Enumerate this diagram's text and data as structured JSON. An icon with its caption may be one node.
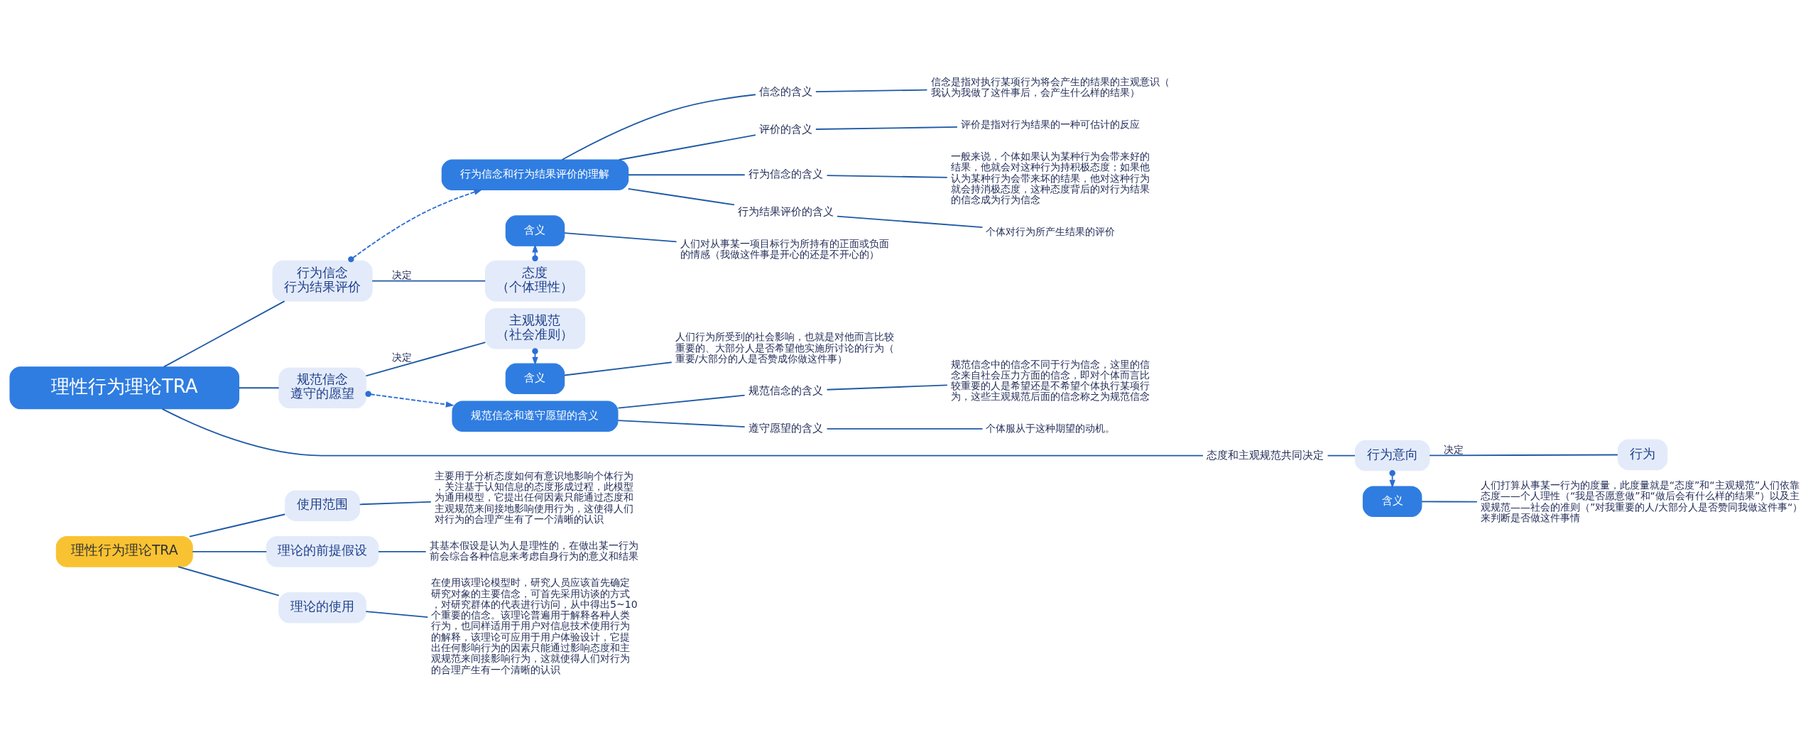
{
  "diagram": {
    "nodes": [
      {
        "text": [
          "理性行为理论TRA"
        ]
      },
      {
        "text": [
          "使用范围"
        ]
      },
      {
        "text": [
          "主要用于分析态度如何有意识地影响个体行为，关注基于认知信息的态度形成过程，此模型为通用模型，它提出任何因素只能通过态度和主观规范来间接地影响使用行为，这使得人们对行为的合理产生有了一个清晰的认识"
        ]
      },
      {
        "text": [
          "理论的前提假设"
        ]
      },
      {
        "text": [
          "其基本假设是认为人是理性的，在做出某一行为前会综合各种信息来考虑自身行为的意义和结果"
        ]
      },
      {
        "text": [
          "理论的使用"
        ]
      },
      {
        "text": [
          "在使用该理论模型时，研究人员应该首先确定研究对象的主要信念，可首先采用访谈的方式，对研究群体的代表进行访问，从中得出5~10个重要的信念。该理论普遍用于解释各种人类行为，也同样适用于用户对信息技术使用行为的解释，该理论可应用于用户体验设计，它提出任何影响行为的因素只能通过影响态度和主观规范来间接影响行为，这就使得人们对行为的合理产生有一个清晰的认识"
        ]
      },
      {
        "text": [
          "理性行为理论TRA"
        ]
      },
      {
        "text": [
          "行为信念行为结果评价"
        ]
      },
      {
        "text": [
          "规范信念遵守的愿望"
        ]
      },
      {
        "text": [
          "态度（个体理性）"
        ]
      },
      {
        "text": [
          "含义"
        ]
      },
      {
        "text": [
          "人们对从事某一项目标行为所持有的正面或负面的情感（我做这件事是开心的还是不开心的）"
        ]
      },
      {
        "text": [
          "主观规范（社会准则）"
        ]
      },
      {
        "text": [
          "含义"
        ]
      },
      {
        "text": [
          "人们行为所受到的社会影响，也就是对他而言比较重要的、大部分人是否希望他实施所讨论的行为（重要/大部分的人是否赞成你做这件事）"
        ]
      },
      {
        "text": [
          "行为信念和行为结果评价的理解"
        ]
      },
      {
        "text": [
          "信念的含义"
        ]
      },
      {
        "text": [
          "信念是指对执行某项行为将会产生的结果的主观意识（我认为我做了这件事后，会产生什么样的结果）"
        ]
      },
      {
        "text": [
          "评价的含义"
        ]
      },
      {
        "text": [
          "评价是指对行为结果的一种可估计的反应"
        ]
      },
      {
        "text": [
          "行为信念的含义"
        ]
      },
      {
        "text": [
          "一般来说，个体如果认为某种行为会带来好的结果，他就会对这种行为持积极态度；如果他认为某种行为会带来坏的结果，他对这种行为就会持消极态度，这种态度背后的对行为结果的信念成为行为信念"
        ]
      },
      {
        "text": [
          "行为结果评价的含义"
        ]
      },
      {
        "text": [
          "个体对行为所产生结果的评价"
        ]
      },
      {
        "text": [
          "规范信念和遵守愿望的含义"
        ]
      },
      {
        "text": [
          "规范信念的含义"
        ]
      },
      {
        "text": [
          "规范信念中的信念不同于行为信念，这里的信念来自社会压力方面的信念，即对个体而言比较重要的人是希望还是不希望个体执行某项行为，这些主观规范后面的信念称之为规范信念"
        ]
      },
      {
        "text": [
          "遵守愿望的含义"
        ]
      },
      {
        "text": [
          "个体服从于这种期望的动机。"
        ]
      },
      {
        "text": [
          "态度和主观规范共同决定"
        ]
      },
      {
        "text": [
          "行为意向"
        ]
      },
      {
        "text": [
          "含义"
        ]
      },
      {
        "text": [
          "人们打算从事某一行为的度量，此度量就是“态度”和“主观规范”人们依靠态度——个人理性（“我是否愿意做”和“做后会有什么样的结果”）以及主观规范——社会的准则（”对我重要的人/大部分人是否赞同我做这件事“）来判断是否做这件事情"
        ]
      },
      {
        "text": [
          "行为"
        ]
      }
    ],
    "edges": [
      {
        "from": 0,
        "to": 1,
        "arrow": "none"
      },
      {
        "from": 0,
        "to": 3,
        "arrow": "none"
      },
      {
        "from": 0,
        "to": 5,
        "arrow": "none"
      },
      {
        "from": 1,
        "to": 2,
        "arrow": "none"
      },
      {
        "from": 3,
        "to": 4,
        "arrow": "none"
      },
      {
        "from": 5,
        "to": 6,
        "arrow": "none"
      },
      {
        "from": 7,
        "to": 8,
        "arrow": "none"
      },
      {
        "from": 7,
        "to": 9,
        "arrow": "none"
      },
      {
        "from": 8,
        "to": 16,
        "arrow": "to",
        "style": "dashed",
        "color": "#2b6fd6"
      },
      {
        "from": 8,
        "to": 10,
        "arrow": "none",
        "label": "决定"
      },
      {
        "from": 10,
        "to": 11,
        "arrow": "to",
        "style": "dashed",
        "color": "#2b6fd6"
      },
      {
        "from": 11,
        "to": 12,
        "arrow": "none"
      },
      {
        "from": 9,
        "to": 13,
        "arrow": "none",
        "label": "决定"
      },
      {
        "from": 13,
        "to": 14,
        "arrow": "to",
        "style": "dashed",
        "color": "#2b6fd6"
      },
      {
        "from": 14,
        "to": 15,
        "arrow": "none"
      },
      {
        "from": 9,
        "to": 25,
        "arrow": "to",
        "style": "dashed",
        "color": "#2b6fd6"
      },
      {
        "from": 16,
        "to": 17,
        "arrow": "none"
      },
      {
        "from": 16,
        "to": 19,
        "arrow": "none"
      },
      {
        "from": 16,
        "to": 21,
        "arrow": "none"
      },
      {
        "from": 16,
        "to": 23,
        "arrow": "none"
      },
      {
        "from": 17,
        "to": 18,
        "arrow": "none"
      },
      {
        "from": 19,
        "to": 20,
        "arrow": "none"
      },
      {
        "from": 21,
        "to": 22,
        "arrow": "none"
      },
      {
        "from": 23,
        "to": 24,
        "arrow": "none"
      },
      {
        "from": 25,
        "to": 26,
        "arrow": "none"
      },
      {
        "from": 25,
        "to": 28,
        "arrow": "none"
      },
      {
        "from": 26,
        "to": 27,
        "arrow": "none"
      },
      {
        "from": 28,
        "to": 29,
        "arrow": "none"
      },
      {
        "from": 7,
        "to": 30,
        "arrow": "none"
      },
      {
        "from": 30,
        "to": 31,
        "arrow": "none"
      },
      {
        "from": 31,
        "to": 32,
        "arrow": "to",
        "style": "dashed",
        "color": "#2b6fd6"
      },
      {
        "from": 32,
        "to": 33,
        "arrow": "none"
      },
      {
        "from": 31,
        "to": 34,
        "arrow": "none",
        "label": "决定"
      }
    ]
  }
}
